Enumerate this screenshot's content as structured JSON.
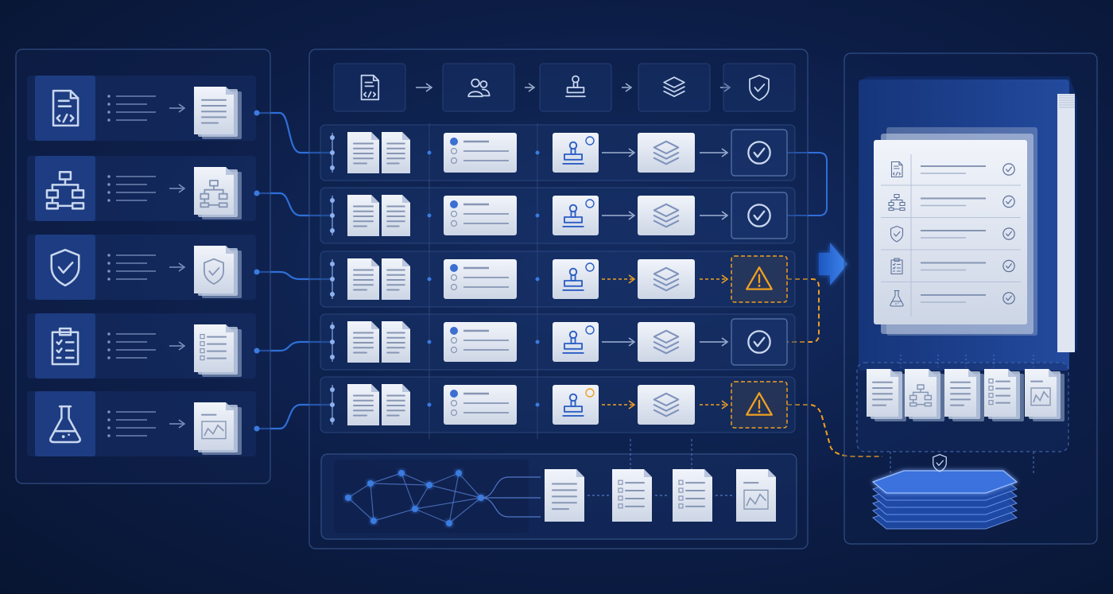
{
  "colors": {
    "background": "#0b1b42",
    "panel_border": "#3b5a93",
    "accent_blue": "#3b7be0",
    "connector_blue": "#2f6fd8",
    "warning_orange": "#f0a020",
    "doc_white": "#e6ebf4",
    "binder_blue": "#1c3c86"
  },
  "sources": [
    {
      "id": "code",
      "icon": "code-document-icon",
      "thumb": "lines"
    },
    {
      "id": "flow",
      "icon": "flowchart-icon",
      "thumb": "flow"
    },
    {
      "id": "security",
      "icon": "shield-check-icon",
      "thumb": "shield"
    },
    {
      "id": "checklist",
      "icon": "clipboard-checklist-icon",
      "thumb": "checklist"
    },
    {
      "id": "lab",
      "icon": "lab-flask-icon",
      "thumb": "chart"
    }
  ],
  "pipeline": {
    "stages": [
      {
        "id": "document",
        "icon": "code-document-icon"
      },
      {
        "id": "review",
        "icon": "users-icon"
      },
      {
        "id": "approve",
        "icon": "stamp-icon"
      },
      {
        "id": "assemble",
        "icon": "layers-icon"
      },
      {
        "id": "verify",
        "icon": "shield-check-icon"
      }
    ],
    "rows": [
      {
        "status": "ok",
        "stamp_status": "pending"
      },
      {
        "status": "ok",
        "stamp_status": "pending"
      },
      {
        "status": "warning",
        "stamp_status": "pending"
      },
      {
        "status": "ok",
        "stamp_status": "pending"
      },
      {
        "status": "warning",
        "stamp_status": "flagged"
      }
    ]
  },
  "network": {
    "outputs": [
      "lines",
      "checklist",
      "checklist",
      "chart"
    ]
  },
  "binder": {
    "index_items": [
      {
        "icon": "code-document-icon",
        "status": "check"
      },
      {
        "icon": "flowchart-icon",
        "status": "check"
      },
      {
        "icon": "shield-check-icon",
        "status": "check"
      },
      {
        "icon": "clipboard-checklist-icon",
        "status": "check"
      },
      {
        "icon": "lab-flask-icon",
        "status": "check"
      }
    ],
    "tray_docs": [
      "lines",
      "flow",
      "lines",
      "checklist",
      "chart"
    ],
    "archive_icon": "shield-check-icon"
  }
}
